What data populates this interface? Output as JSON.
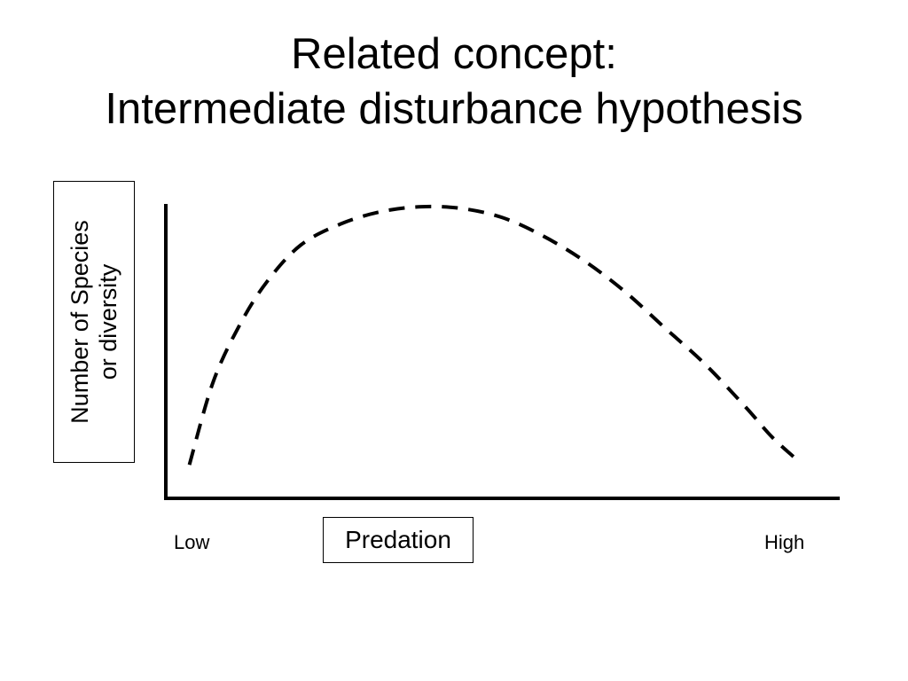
{
  "slide": {
    "title_line1": "Related concept:",
    "title_line2": "Intermediate disturbance hypothesis"
  },
  "chart_data": {
    "type": "line",
    "title": "Related concept: Intermediate disturbance hypothesis",
    "xlabel": "Predation",
    "ylabel_line1": "Number of Species",
    "ylabel_line2": "or diversity",
    "x_ticks": [
      "Low",
      "High"
    ],
    "xlim": [
      0,
      1
    ],
    "ylim": [
      0,
      1
    ],
    "grid": false,
    "legend": "none",
    "series": [
      {
        "line_style": "dashed",
        "color": "#000000",
        "x": [
          0.035,
          0.07,
          0.11,
          0.15,
          0.2,
          0.26,
          0.32,
          0.38,
          0.44,
          0.5,
          0.56,
          0.62,
          0.68,
          0.74,
          0.8,
          0.86,
          0.9,
          0.94
        ],
        "y": [
          0.11,
          0.38,
          0.57,
          0.71,
          0.83,
          0.9,
          0.94,
          0.956,
          0.95,
          0.92,
          0.86,
          0.78,
          0.68,
          0.56,
          0.44,
          0.3,
          0.2,
          0.12
        ]
      }
    ],
    "axis_color": "#000000"
  }
}
